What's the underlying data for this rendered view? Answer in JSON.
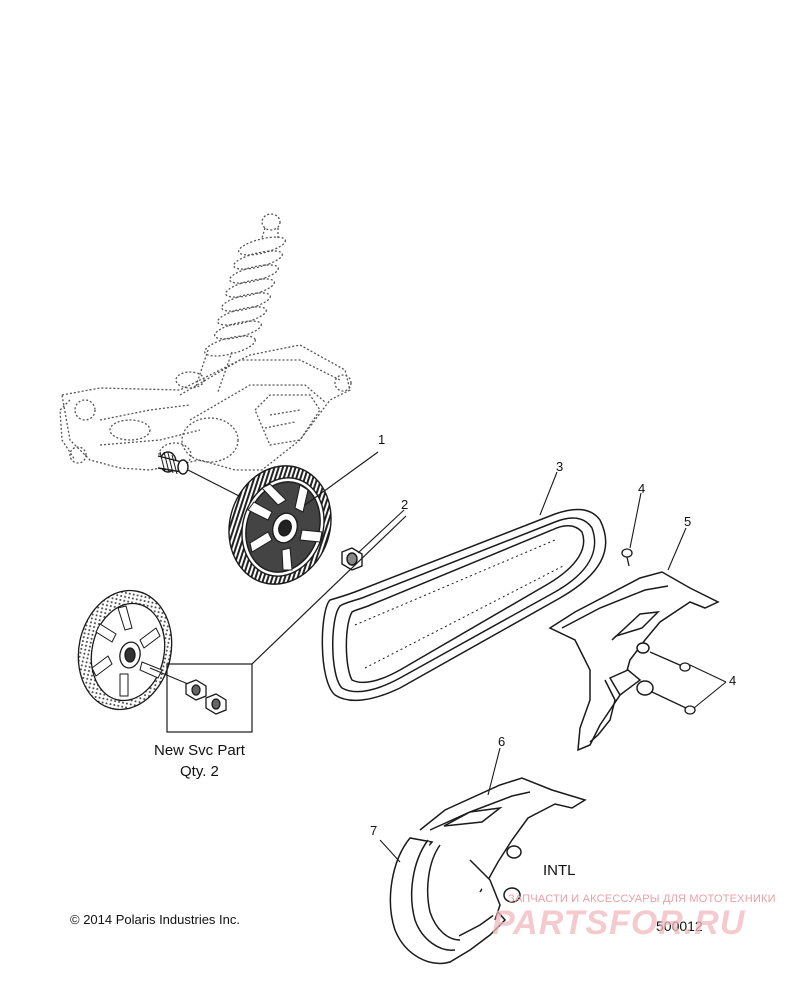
{
  "callouts": {
    "c1": "1",
    "c2": "2",
    "c3": "3",
    "c4a": "4",
    "c4b": "4",
    "c5": "5",
    "c6": "6",
    "c7": "7"
  },
  "notes": {
    "service_line1": "New Svc Part",
    "service_line2": "Qty. 2",
    "intl": "INTL"
  },
  "footer": {
    "copyright": "© 2014 Polaris Industries Inc.",
    "figure_id": "500012"
  },
  "watermark": {
    "tagline": "ЗАПЧАСТИ И АКСЕССУАРЫ ДЛЯ МОТОТЕХНИКИ",
    "brand": "PARTSFOR.RU"
  },
  "colors": {
    "line": "#1a1a1a",
    "dashed": "#555555",
    "watermark": "#e9a0a8"
  }
}
